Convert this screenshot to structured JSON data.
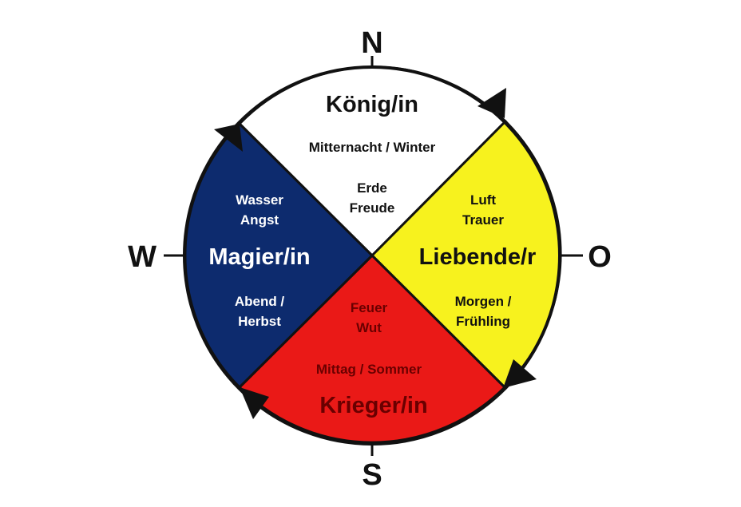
{
  "colors": {
    "north": "#ffffff",
    "east": "#f7f21e",
    "south": "#ea1917",
    "west": "#0d2b6e",
    "outline": "#111111",
    "text_light": "#ffffff",
    "text_dark": "#111111",
    "text_south_small": "#6a0000"
  },
  "directions": {
    "north": "N",
    "east": "O",
    "south": "S",
    "west": "W"
  },
  "sectors": {
    "north": {
      "title": "König/in",
      "time": "Mitternacht / Winter",
      "element": "Erde",
      "emotion": "Freude"
    },
    "east": {
      "title": "Liebende/r",
      "element": "Luft",
      "emotion": "Trauer",
      "time_line1": "Morgen /",
      "time_line2": "Frühling"
    },
    "south": {
      "title": "Krieger/in",
      "time": "Mittag / Sommer",
      "element": "Feuer",
      "emotion": "Wut"
    },
    "west": {
      "title": "Magier/in",
      "element": "Wasser",
      "emotion": "Angst",
      "time_line1": "Abend /",
      "time_line2": "Herbst"
    }
  }
}
